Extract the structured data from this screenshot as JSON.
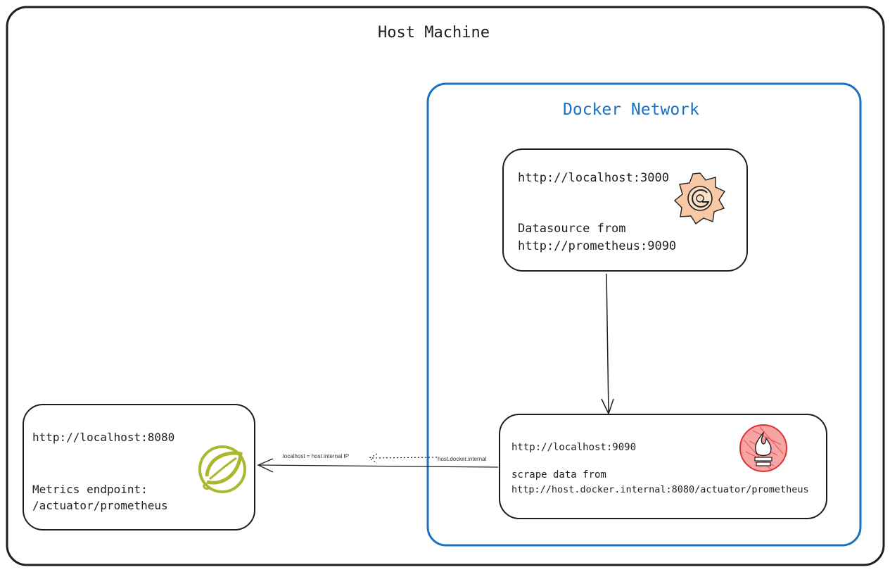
{
  "host_machine": {
    "title": "Host Machine"
  },
  "docker_network": {
    "title": "Docker Network",
    "color": "#1971c2"
  },
  "grafana": {
    "url": "http://localhost:3000",
    "desc_line1": "Datasource from",
    "desc_line2": "http://prometheus:9090",
    "icon": "grafana-icon",
    "color": "#e8590c"
  },
  "prometheus": {
    "url": "http://localhost:9090",
    "desc_line1": "scrape data from",
    "desc_line2": "http://host.docker.internal:8080/actuator/prometheus",
    "icon": "prometheus-icon",
    "color": "#e03131"
  },
  "spring_app": {
    "url": "http://localhost:8080",
    "desc_line1": "Metrics endpoint:",
    "desc_line2": "/actuator/prometheus",
    "icon": "spring-icon",
    "color": "#a9b82c"
  },
  "edges": {
    "host_label": "localhost = host internal IP",
    "docker_label": "host.docker.internal"
  }
}
